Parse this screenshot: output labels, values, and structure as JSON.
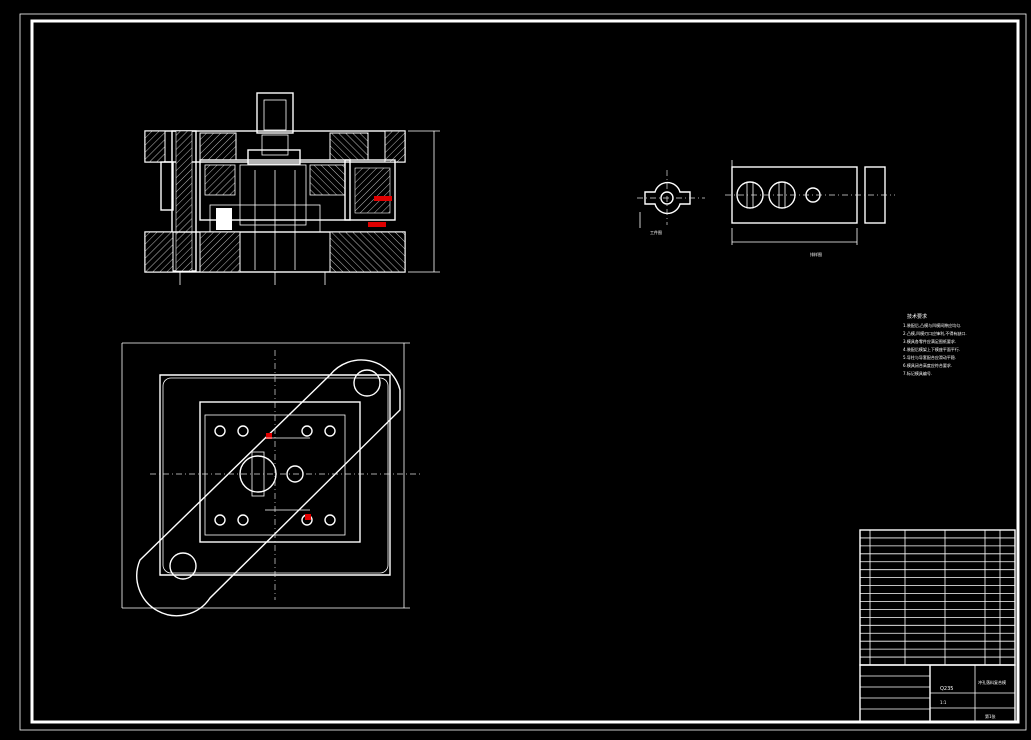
{
  "drawing": {
    "background": "#000000",
    "line_color": "#ffffff",
    "accent_color": "#e00000"
  },
  "notes": {
    "heading": "技术要求",
    "lines": [
      "1.装配后,凸模与凹模间隙应均匀.",
      "2.凸模,凹模刃口应锋利,不得有缺口.",
      "3.模具各零件应满足图纸要求.",
      "4.装配后模架上下模座平面平行.",
      "5.导柱与导套配合应滑动平稳.",
      "6.模具闭合高度应符合要求.",
      "7.标记模具编号."
    ]
  },
  "section_labels": {
    "part_view": "工件图",
    "strip_view": "排样图"
  },
  "title_block": {
    "drawing_title": "冲孔落料复合模",
    "scale": "1:1",
    "sheet": "第1张",
    "material": "Q235"
  }
}
